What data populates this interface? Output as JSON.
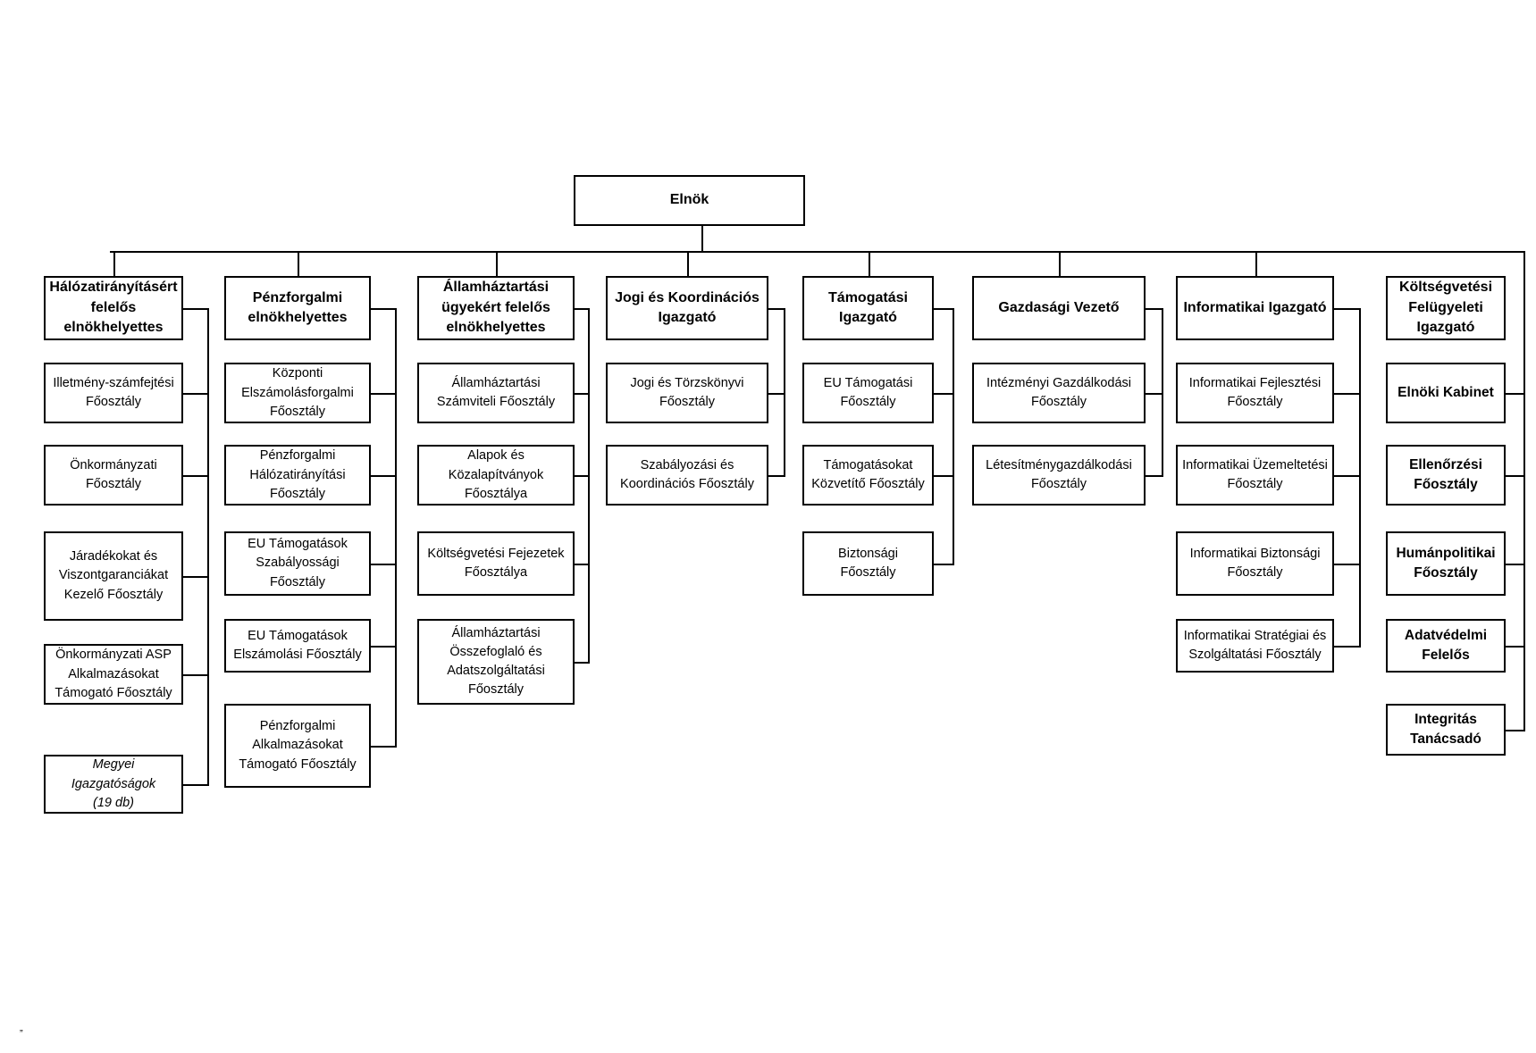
{
  "president": "Elnök",
  "columns": [
    {
      "head": "Hálózatirányításért\nfelelős\nelnökhelyettes",
      "units": [
        {
          "text": "Illetmény-számfejtési\nFőosztály"
        },
        {
          "text": "Önkormányzati\nFőosztály"
        },
        {
          "text": "Járadékokat és\nViszontgaranciákat\nKezelő Főosztály"
        },
        {
          "text": "Önkormányzati ASP\nAlkalmazásokat\nTámogató Főosztály"
        },
        {
          "text": "Megyei\nIgazgatóságok\n(19 db)",
          "style": "italic"
        }
      ]
    },
    {
      "head": "Pénzforgalmi\nelnökhelyettes",
      "units": [
        {
          "text": "Központi\nElszámolásforgalmi\nFőosztály"
        },
        {
          "text": "Pénzforgalmi\nHálózatirányítási\nFőosztály"
        },
        {
          "text": "EU Támogatások\nSzabályossági\nFőosztály"
        },
        {
          "text": "EU Támogatások\nElszámolási Főosztály"
        },
        {
          "text": "Pénzforgalmi\nAlkalmazásokat\nTámogató Főosztály"
        }
      ]
    },
    {
      "head": "Államháztartási\nügyekért felelős\nelnökhelyettes",
      "units": [
        {
          "text": "Államháztartási\nSzámviteli Főosztály"
        },
        {
          "text": "Alapok és\nKözalapítványok\nFőosztálya"
        },
        {
          "text": "Költségvetési Fejezetek\nFőosztálya"
        },
        {
          "text": "Államháztartási\nÖsszefoglaló és\nAdatszolgáltatási\nFőosztály"
        }
      ]
    },
    {
      "head": "Jogi és Koordinációs\nIgazgató",
      "units": [
        {
          "text": "Jogi és Törzskönyvi\nFőosztály"
        },
        {
          "text": "Szabályozási és\nKoordinációs Főosztály"
        }
      ]
    },
    {
      "head": "Támogatási\nIgazgató",
      "units": [
        {
          "text": "EU Támogatási\nFőosztály"
        },
        {
          "text": "Támogatásokat\nKözvetítő Főosztály"
        },
        {
          "text": "Biztonsági\nFőosztály"
        }
      ]
    },
    {
      "head": "Gazdasági Vezető",
      "units": [
        {
          "text": "Intézményi Gazdálkodási\nFőosztály"
        },
        {
          "text": "Létesítménygazdálkodási\nFőosztály"
        }
      ]
    },
    {
      "head": "Informatikai Igazgató",
      "units": [
        {
          "text": "Informatikai Fejlesztési\nFőosztály"
        },
        {
          "text": "Informatikai Üzemeltetési\nFőosztály"
        },
        {
          "text": "Informatikai Biztonsági\nFőosztály"
        },
        {
          "text": "Informatikai Stratégiai és\nSzolgáltatási Főosztály"
        }
      ]
    },
    {
      "head": "Költségvetési\nFelügyeleti\nIgazgató",
      "units": [
        {
          "text": "Elnöki Kabinet",
          "style": "bold"
        },
        {
          "text": "Ellenőrzési\nFőosztály",
          "style": "bold"
        },
        {
          "text": "Humánpolitikai\nFőosztály",
          "style": "bold"
        },
        {
          "text": "Adatvédelmi\nFelelős",
          "style": "bold"
        },
        {
          "text": "Integritás\nTanácsadó",
          "style": "bold"
        }
      ]
    }
  ],
  "corner_mark": "„"
}
